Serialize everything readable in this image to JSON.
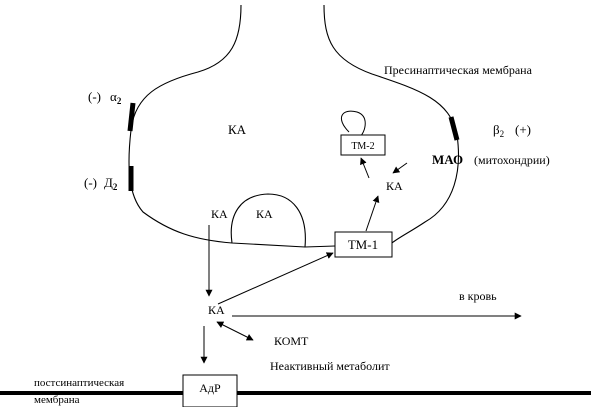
{
  "diagram": {
    "labels": {
      "presynaptic_membrane": "Пресинаптическая мембрана",
      "ka_cytoplasm": "КА",
      "ka_vesicle_outside": "КА",
      "ka_vesicle_inside": "КА",
      "ka_mitochondria": "КА",
      "ka_cleft": "КА",
      "tm2": "ТМ-2",
      "tm1": "ТМ-1",
      "mao": "МАО",
      "mao_note": "(митохондрии)",
      "alpha2_sign": "(-)",
      "alpha2_symbol": "α",
      "alpha2_sub": "2",
      "d2_sign": "(-)",
      "d2_symbol": "Д",
      "d2_sub": "2",
      "beta2_symbol": "β",
      "beta2_sub": "2",
      "beta2_sign": "(+)",
      "to_blood": "в кровь",
      "komt": "КОМТ",
      "inactive_metabolite": "Неактивный метаболит",
      "postsynaptic_line1": "постсинаптическая",
      "postsynaptic_line2": "мембрана",
      "adr": "АдР"
    }
  }
}
